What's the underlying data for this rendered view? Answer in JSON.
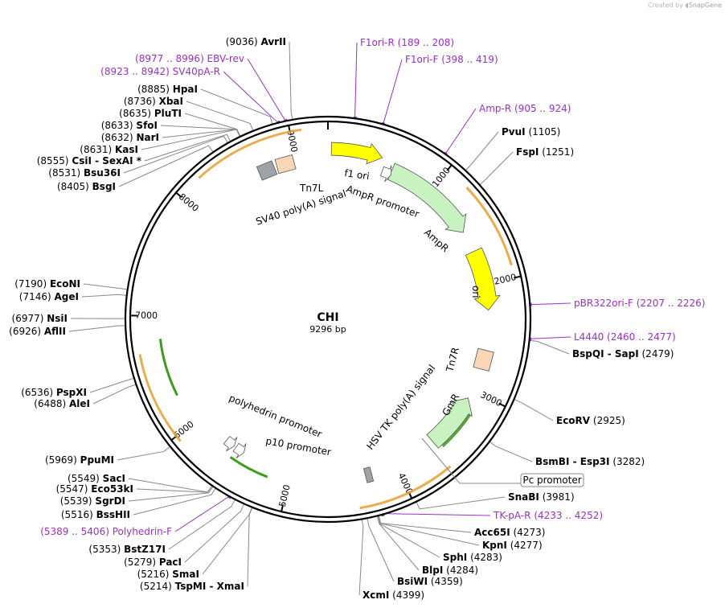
{
  "credit": {
    "prefix": "Created by",
    "brand": "SnapGene"
  },
  "plasmid": {
    "name": "CHI",
    "size_label": "9296 bp",
    "length": 9296
  },
  "ticks": [
    "1000",
    "2000",
    "3000",
    "4000",
    "5000",
    "6000",
    "7000",
    "8000",
    "9000"
  ],
  "colors": {
    "primer": "#9a2fc9",
    "orf": "#e8a33a",
    "ampr": "#c8f2c0",
    "ori": "#ffff00",
    "tn7": "#f9d6b6",
    "grey_box": "#9ea3a8"
  },
  "sites_right": [
    {
      "name": "PvuI",
      "pos": "(1105)",
      "bp": 1105
    },
    {
      "name": "FspI",
      "pos": "(1251)",
      "bp": 1251
    },
    {
      "name": "BspQI",
      "name2": "SapI",
      "pos": "(2479)",
      "bp": 2479
    },
    {
      "name": "EcoRV",
      "pos": "(2925)",
      "bp": 2925
    },
    {
      "name": "BsmBI",
      "name2": "Esp3I",
      "pos": "(3282)",
      "bp": 3282
    },
    {
      "name": "SnaBI",
      "pos": "(3981)",
      "bp": 3981
    },
    {
      "name": "Acc65I",
      "pos": "(4273)",
      "bp": 4273
    },
    {
      "name": "KpnI",
      "pos": "(4277)",
      "bp": 4277
    },
    {
      "name": "SphI",
      "pos": "(4283)",
      "bp": 4283
    },
    {
      "name": "BlpI",
      "pos": "(4284)",
      "bp": 4284
    },
    {
      "name": "BsiWI",
      "pos": "(4359)",
      "bp": 4359
    },
    {
      "name": "XcmI",
      "pos": "(4399)",
      "bp": 4399
    }
  ],
  "sites_left": [
    {
      "name": "AvrII",
      "pos": "(9036)",
      "bp": 9036
    },
    {
      "name": "HpaI",
      "pos": "(8885)",
      "bp": 8885
    },
    {
      "name": "XbaI",
      "pos": "(8736)",
      "bp": 8736
    },
    {
      "name": "PluTI",
      "pos": "(8635)",
      "bp": 8635
    },
    {
      "name": "SfoI",
      "pos": "(8633)",
      "bp": 8633
    },
    {
      "name": "NarI",
      "pos": "(8632)",
      "bp": 8632
    },
    {
      "name": "KasI",
      "pos": "(8631)",
      "bp": 8631
    },
    {
      "name": "CsiI",
      "name2": "SexAI *",
      "pos": "(8555)",
      "bp": 8555
    },
    {
      "name": "Bsu36I",
      "pos": "(8531)",
      "bp": 8531
    },
    {
      "name": "BsgI",
      "pos": "(8405)",
      "bp": 8405
    },
    {
      "name": "EcoNI",
      "pos": "(7190)",
      "bp": 7190
    },
    {
      "name": "AgeI",
      "pos": "(7146)",
      "bp": 7146
    },
    {
      "name": "NsiI",
      "pos": "(6977)",
      "bp": 6977
    },
    {
      "name": "AflII",
      "pos": "(6926)",
      "bp": 6926
    },
    {
      "name": "PspXI",
      "pos": "(6536)",
      "bp": 6536
    },
    {
      "name": "AleI",
      "pos": "(6488)",
      "bp": 6488
    },
    {
      "name": "PpuMI",
      "pos": "(5969)",
      "bp": 5969
    },
    {
      "name": "SacI",
      "pos": "(5549)",
      "bp": 5549
    },
    {
      "name": "Eco53kI",
      "pos": "(5547)",
      "bp": 5547
    },
    {
      "name": "SgrDI",
      "pos": "(5539)",
      "bp": 5539
    },
    {
      "name": "BssHII",
      "pos": "(5516)",
      "bp": 5516
    },
    {
      "name": "BstZ17I",
      "pos": "(5353)",
      "bp": 5353
    },
    {
      "name": "PacI",
      "pos": "(5279)",
      "bp": 5279
    },
    {
      "name": "SmaI",
      "pos": "(5216)",
      "bp": 5216
    },
    {
      "name": "TspMI",
      "name2": "XmaI",
      "pos": "(5214)",
      "bp": 5214
    }
  ],
  "primers": [
    {
      "name": "F1ori-R",
      "range": "(189 .. 208)",
      "bp": 198
    },
    {
      "name": "F1ori-F",
      "range": "(398 .. 419)",
      "bp": 408
    },
    {
      "name": "Amp-R",
      "range": "(905 .. 924)",
      "bp": 914
    },
    {
      "name": "pBR322ori-F",
      "range": "(2207 .. 2226)",
      "bp": 2216
    },
    {
      "name": "L4440",
      "range": "(2460 .. 2477)",
      "bp": 2468
    },
    {
      "name": "TK-pA-R",
      "range": "(4233 .. 4252)",
      "bp": 4242
    },
    {
      "name": "Polyhedrin-F",
      "range": "(5389 .. 5406)",
      "bp": 5397
    },
    {
      "name": "SV40pA-R",
      "range": "(8923 .. 8942)",
      "bp": 8932
    },
    {
      "name": "EBV-rev",
      "range": "(8977 .. 8996)",
      "bp": 8986
    }
  ],
  "features": [
    {
      "name": "f1 ori",
      "start": 30,
      "end": 480,
      "type": "ori"
    },
    {
      "name": "AmpR promoter",
      "start": 500,
      "end": 600,
      "type": "promoter"
    },
    {
      "name": "AmpR",
      "start": 600,
      "end": 1460,
      "type": "ampr"
    },
    {
      "name": "ori",
      "start": 1640,
      "end": 2230,
      "type": "ori"
    },
    {
      "name": "Tn7R",
      "start": 2600,
      "end": 2800,
      "type": "tn7"
    },
    {
      "name": "GmR",
      "start": 3050,
      "end": 3590,
      "type": "ampr"
    },
    {
      "name": "HSV TK poly(A) signal",
      "start": 4200,
      "end": 4330,
      "type": "box"
    },
    {
      "name": "polyhedrin promoter",
      "start": 5480,
      "end": 5570,
      "type": "promoter"
    },
    {
      "name": "p10 promoter",
      "start": 5580,
      "end": 5680,
      "type": "promoter"
    },
    {
      "name": "Tn7L",
      "start": 8820,
      "end": 8980,
      "type": "tn7"
    },
    {
      "name": "SV40 poly(A) signal",
      "start": 8650,
      "end": 8780,
      "type": "box"
    }
  ],
  "callout": {
    "label": "Pc promoter"
  }
}
